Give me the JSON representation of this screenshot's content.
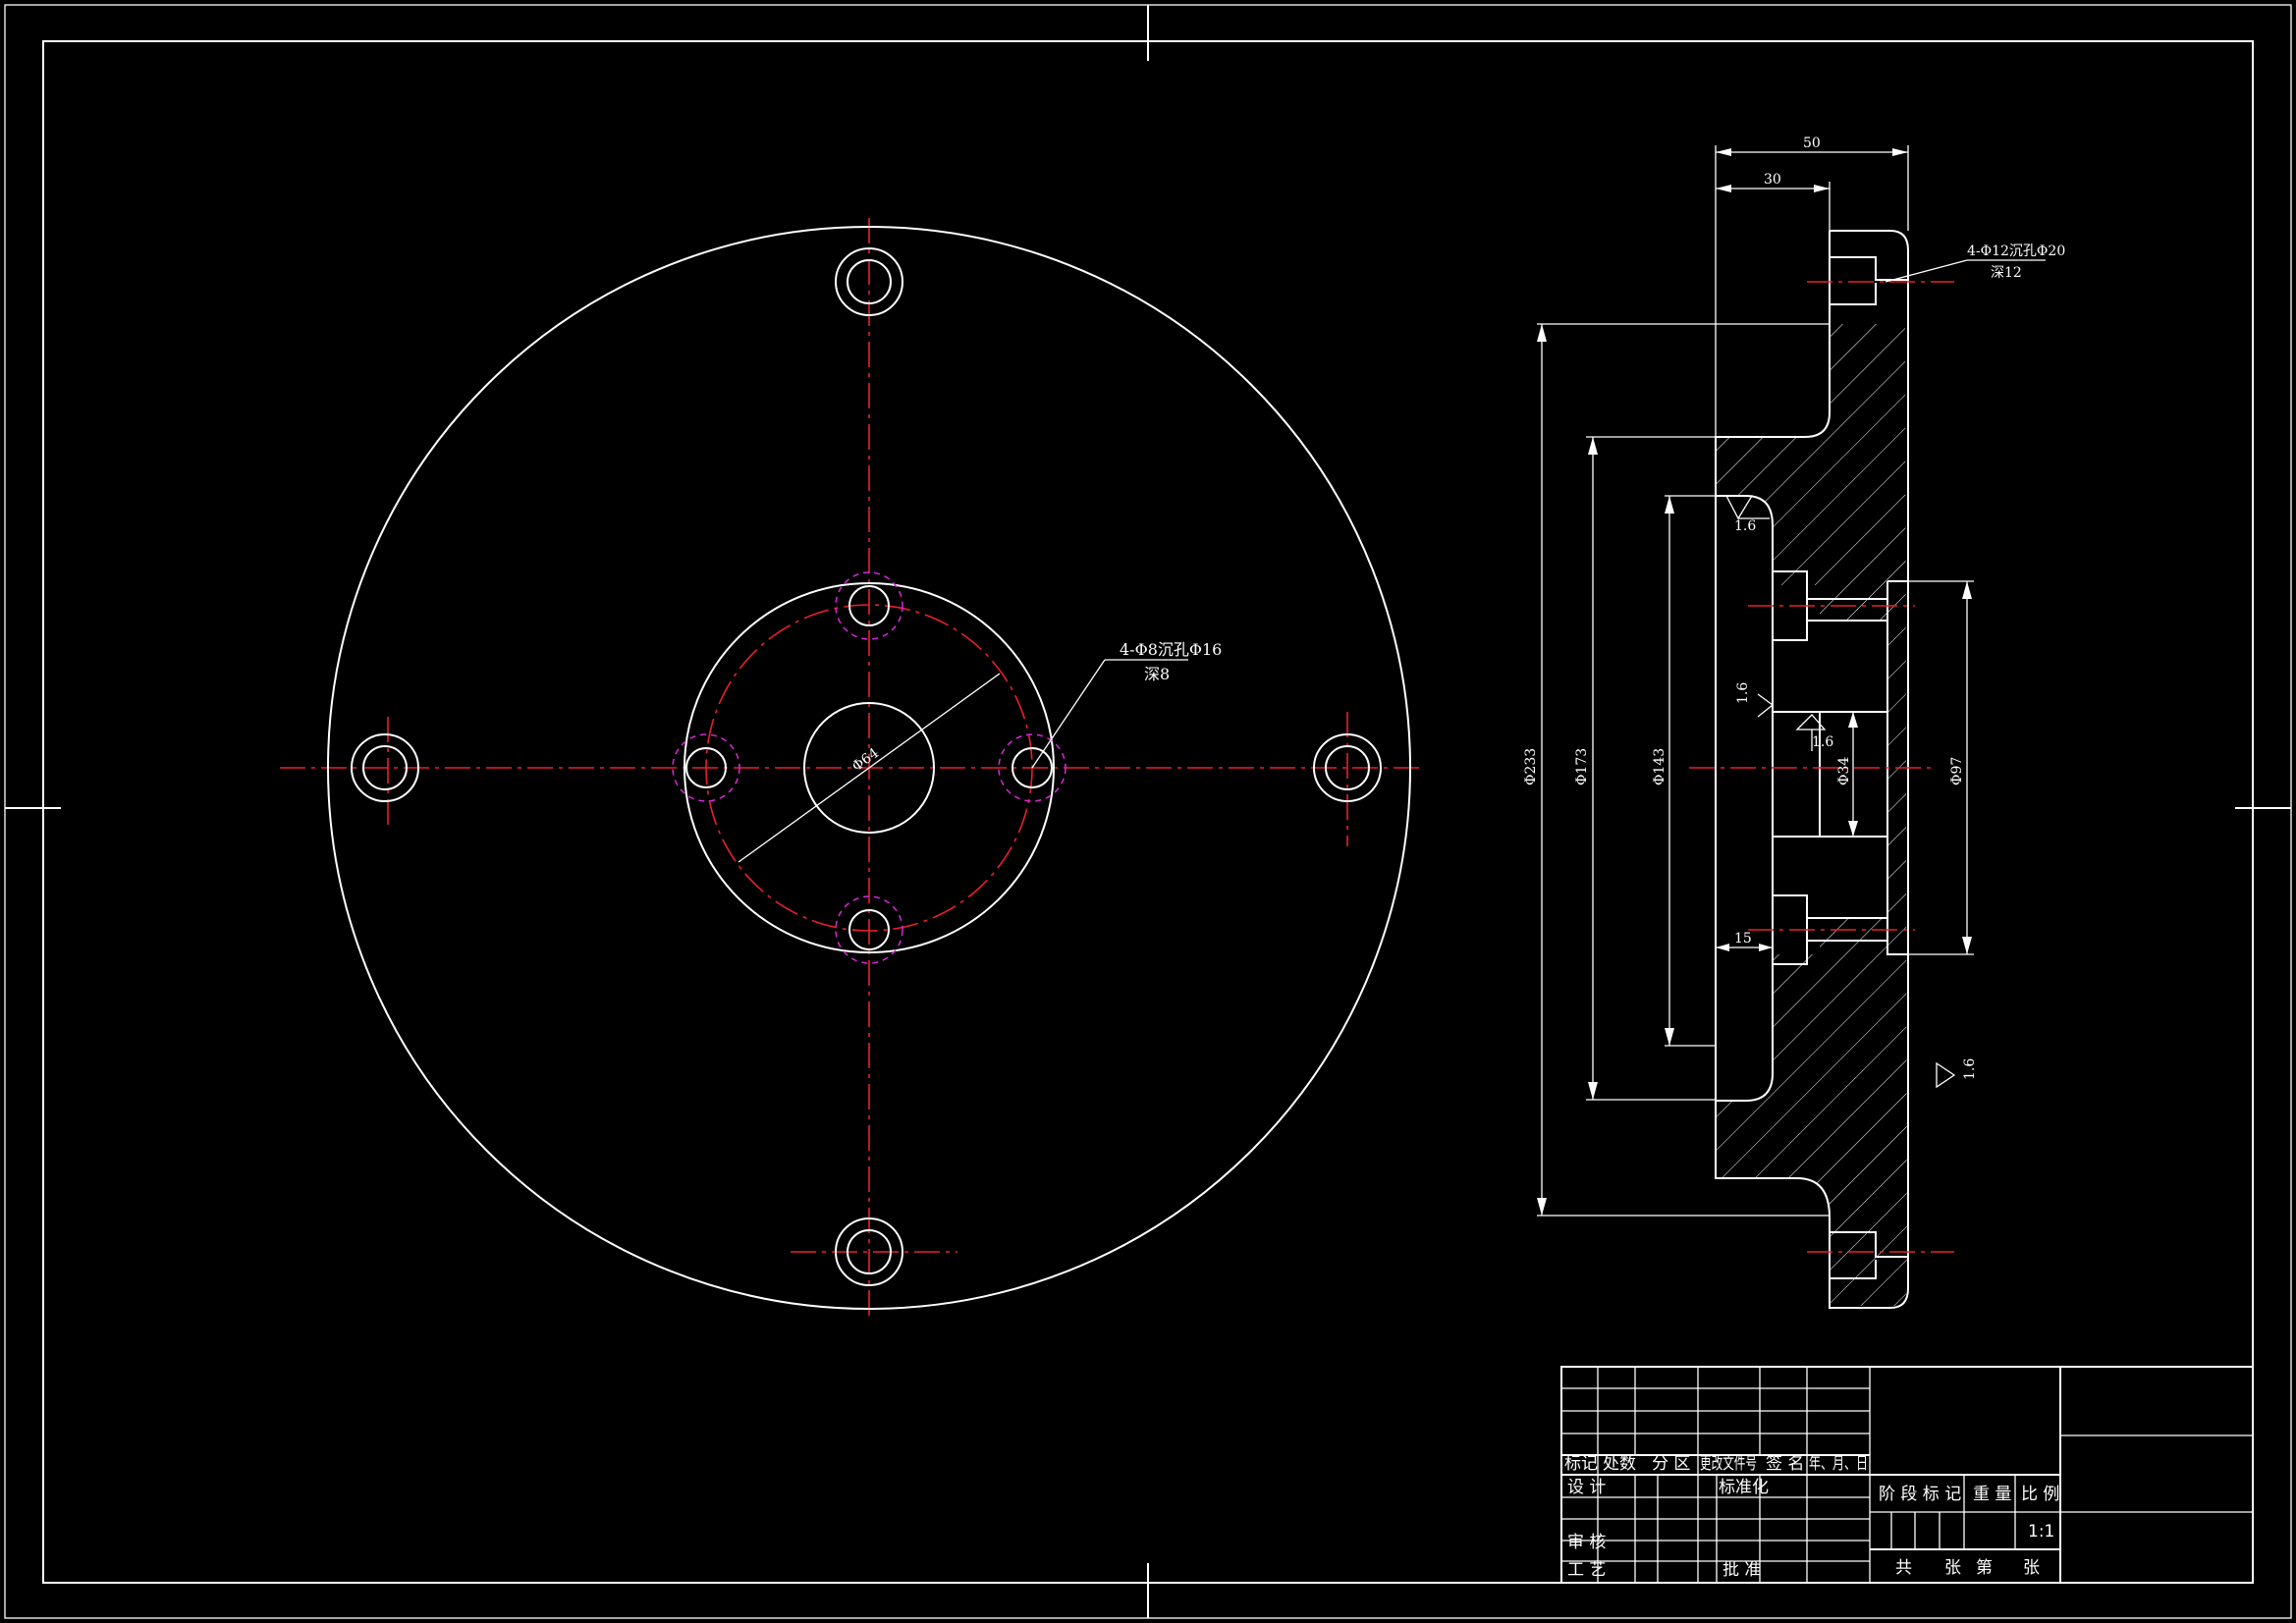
{
  "colors": {
    "background": "#000000",
    "outline": "#ffffff",
    "centerline": "#e8202a",
    "hidden": "#d82ad8"
  },
  "front_view": {
    "hole_note_line1": "4-Φ8沉孔Φ16",
    "hole_note_line2": "深8",
    "bore_dim": "Φ64"
  },
  "section_view": {
    "dim_total_width": "50",
    "dim_step_width": "30",
    "dim_counterbore_depth": "15",
    "dia_outer": "Φ233",
    "dia_hub": "Φ173",
    "dia_recess": "Φ143",
    "dia_bore": "Φ34",
    "dia_pilot": "Φ97",
    "hole_note_line1": "4-Φ12沉孔Φ20",
    "hole_note_line2": "深12",
    "roughness_1": "1.6",
    "roughness_2": "1.6",
    "roughness_3": "1.6",
    "roughness_4": "1.6"
  },
  "title_block": {
    "col_mark": "标记",
    "col_count": "处数",
    "col_zone": "分 区",
    "col_doc": "更改文件号",
    "col_sign": "签 名",
    "col_date": "年、月、日",
    "row_design": "设 计",
    "row_standard": "标准化",
    "row_check": "审 核",
    "row_process": "工 艺",
    "row_approve": "批 准",
    "stage_mark": "阶 段 标 记",
    "weight": "重 量",
    "scale": "比 例",
    "scale_value": "1:1",
    "sheet_total": "共",
    "sheet_unit1": "张",
    "sheet_no": "第",
    "sheet_unit2": "张"
  }
}
